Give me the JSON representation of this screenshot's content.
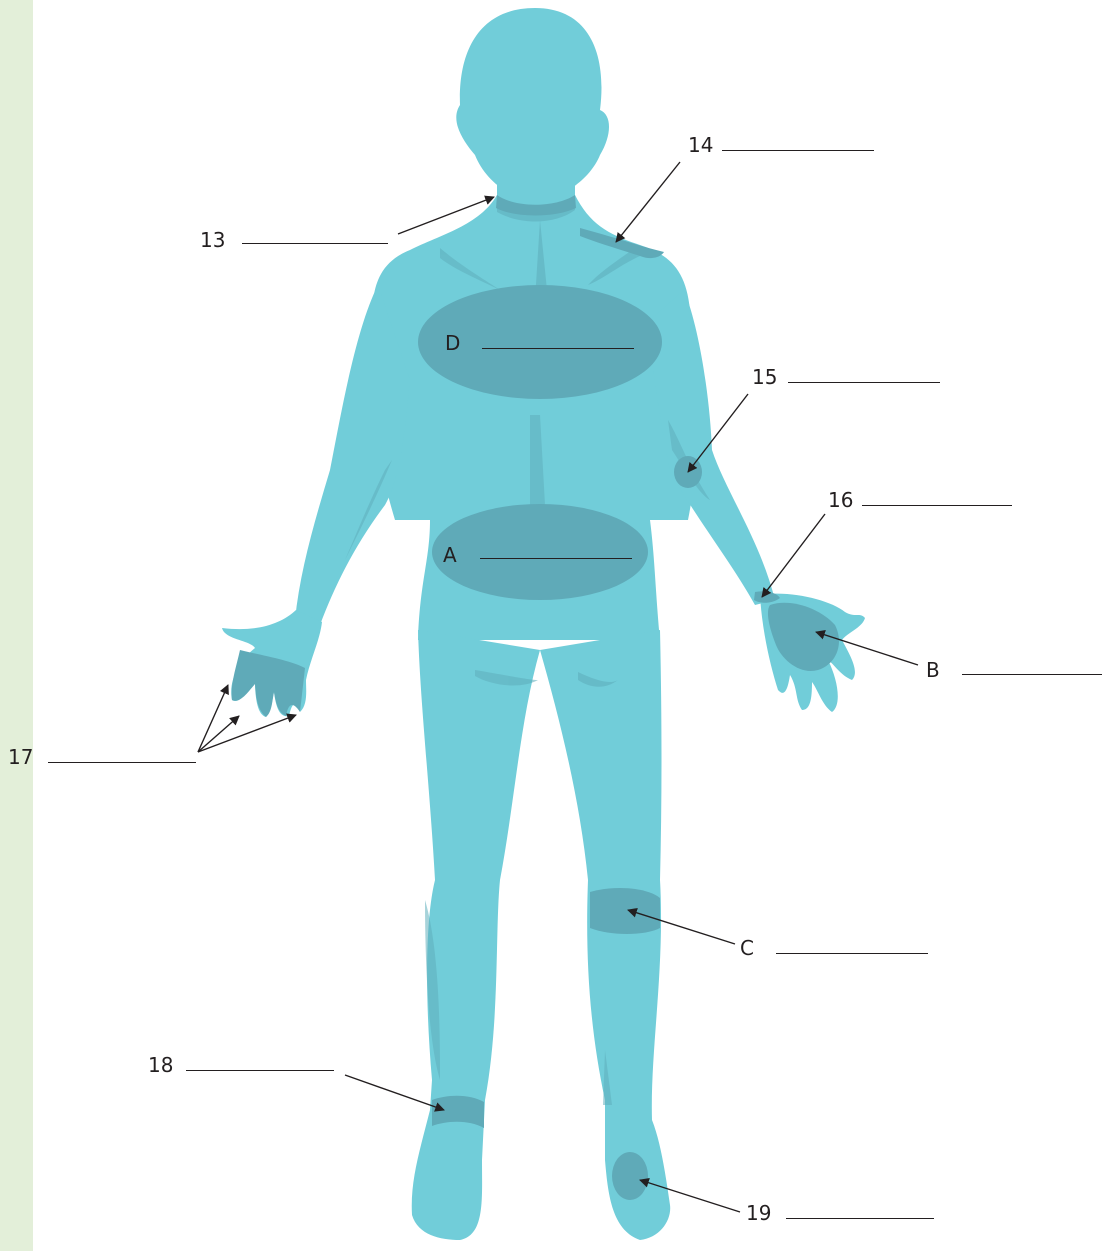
{
  "colors": {
    "side_strip": "#e3efd9",
    "body": "#71cdd9",
    "body_shade": "#5eaebb",
    "region": "#5faab8",
    "arrow": "#231f20"
  },
  "labels": [
    {
      "id": "13",
      "text": "13",
      "answer": ""
    },
    {
      "id": "14",
      "text": "14",
      "answer": ""
    },
    {
      "id": "15",
      "text": "15",
      "answer": ""
    },
    {
      "id": "16",
      "text": "16",
      "answer": ""
    },
    {
      "id": "17",
      "text": "17",
      "answer": ""
    },
    {
      "id": "18",
      "text": "18",
      "answer": ""
    },
    {
      "id": "19",
      "text": "19",
      "answer": ""
    },
    {
      "id": "A",
      "text": "A",
      "answer": ""
    },
    {
      "id": "B",
      "text": "B",
      "answer": ""
    },
    {
      "id": "C",
      "text": "C",
      "answer": ""
    },
    {
      "id": "D",
      "text": "D",
      "answer": ""
    }
  ]
}
